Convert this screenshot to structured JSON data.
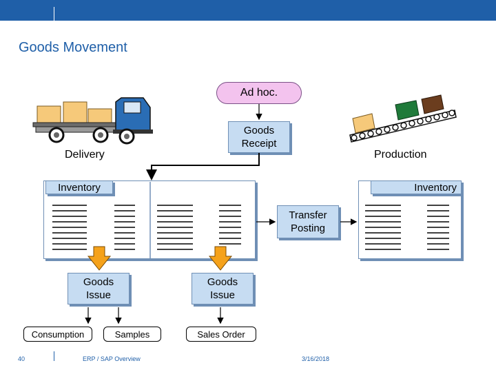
{
  "title": "Goods Movement",
  "nodes": {
    "ad_hoc": "Ad hoc.",
    "goods_receipt": "Goods Receipt",
    "delivery": "Delivery",
    "production": "Production",
    "inventory_left": "Inventory",
    "inventory_right": "Inventory",
    "transfer_posting": "Transfer Posting",
    "goods_issue_left": "Goods Issue",
    "goods_issue_right": "Goods Issue",
    "consumption": "Consumption",
    "samples": "Samples",
    "sales_order": "Sales Order"
  },
  "colors": {
    "header_blue": "#1f5fa8",
    "box_fill": "#c6dcf2",
    "pill_fill": "#f3c3ee",
    "arrow_orange": "#f5a21b"
  },
  "icons": {
    "delivery": "truck-icon",
    "production": "conveyor-belt-icon"
  },
  "footer": {
    "page_number": "40",
    "course": "ERP / SAP Overview",
    "date": "3/16/2018"
  }
}
